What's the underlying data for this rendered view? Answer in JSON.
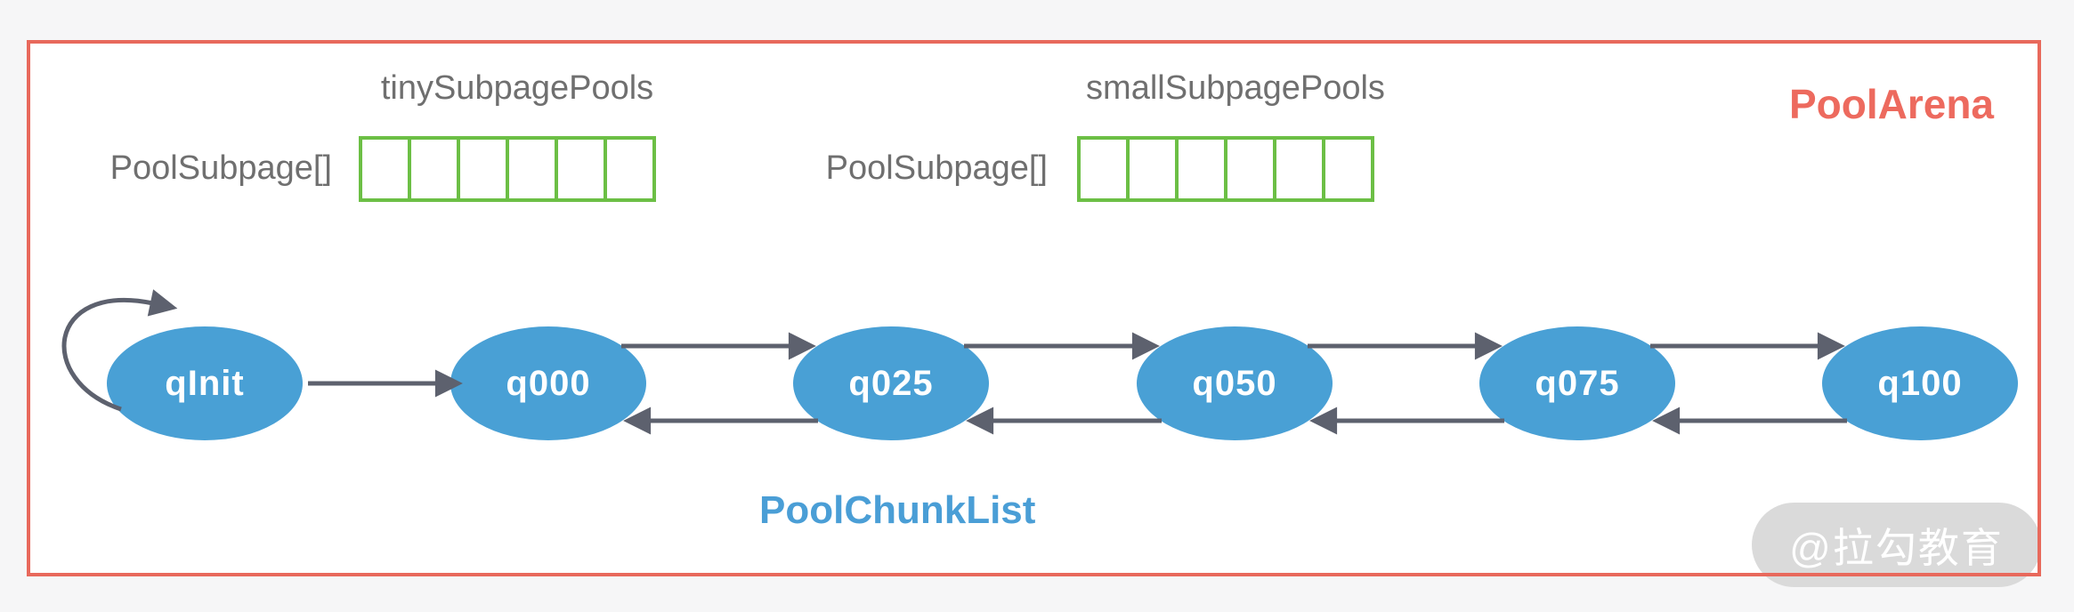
{
  "arena": {
    "title": "PoolArena"
  },
  "pools": {
    "tiny": {
      "title": "tinySubpagePools",
      "array_label": "PoolSubpage[]",
      "cell_count": 6
    },
    "small": {
      "title": "smallSubpagePools",
      "array_label": "PoolSubpage[]",
      "cell_count": 6
    }
  },
  "chunk_list": {
    "title": "PoolChunkList",
    "nodes": [
      "qInit",
      "q000",
      "q025",
      "q050",
      "q075",
      "q100"
    ],
    "edges": [
      {
        "from": "qInit",
        "to": "qInit",
        "type": "self-loop"
      },
      {
        "from": "qInit",
        "to": "q000",
        "type": "single"
      },
      {
        "from": "q000",
        "to": "q025",
        "type": "bidirectional"
      },
      {
        "from": "q025",
        "to": "q050",
        "type": "bidirectional"
      },
      {
        "from": "q050",
        "to": "q075",
        "type": "bidirectional"
      },
      {
        "from": "q075",
        "to": "q100",
        "type": "bidirectional"
      }
    ]
  },
  "watermark": {
    "text": "@拉勾教育"
  },
  "colors": {
    "arena_border": "#e8695c",
    "arena_title": "#ed6a5e",
    "pool_grid_green": "#6cbf45",
    "node_blue": "#49a0d5",
    "chunklist_title_blue": "#4a9ed6",
    "label_gray": "#6f6f6f",
    "arrow_gray": "#5d616e",
    "watermark_bg": "#dadada"
  }
}
